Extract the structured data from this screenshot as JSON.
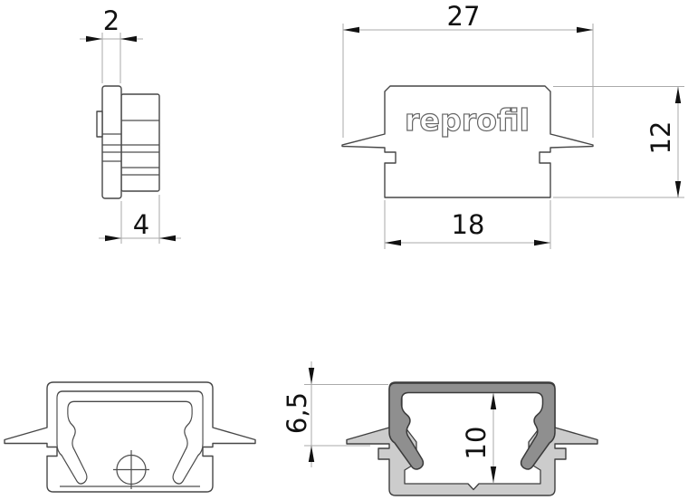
{
  "drawing": {
    "logo": "reprofil",
    "dimensions": {
      "side_plate_thickness": "2",
      "side_insert_depth": "4",
      "front_overall_width": "27",
      "front_height": "12",
      "front_body_width": "18",
      "section_outer_height": "6,5",
      "section_inner_height": "10"
    },
    "colors": {
      "outline": "#474747",
      "dimension_line": "#aaaaaa",
      "dimension_text": "#111111",
      "profile_fill": "#8f8f8f",
      "cap_fill": "#cccccc",
      "background": "#ffffff"
    }
  }
}
